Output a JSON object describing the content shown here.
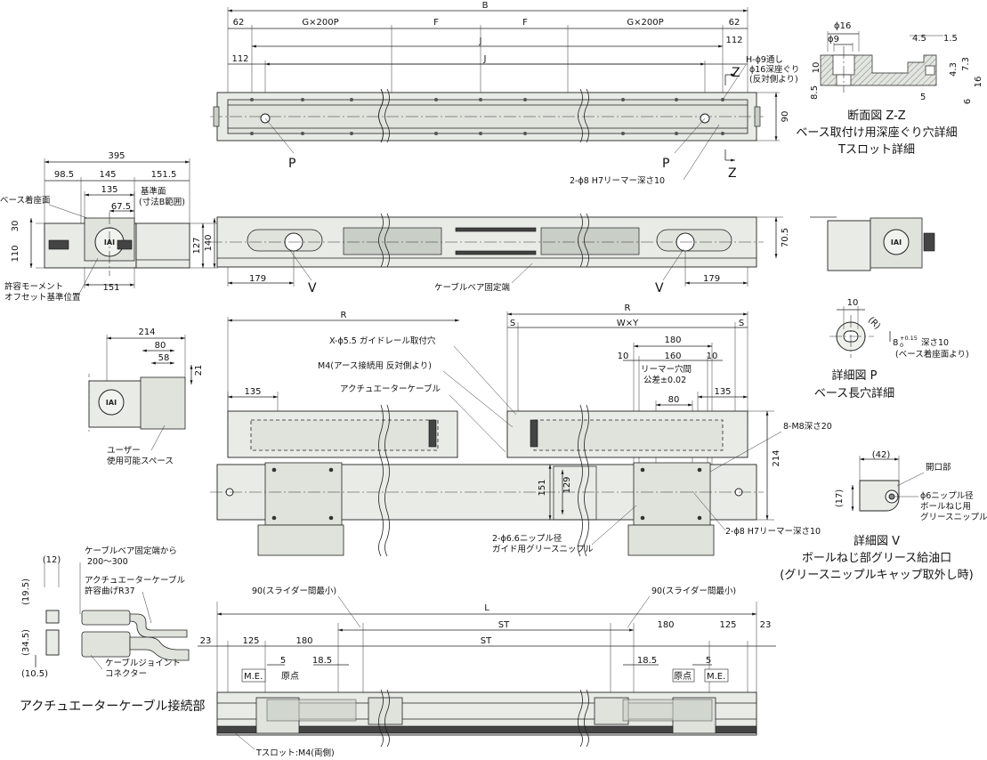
{
  "top_view": {
    "dims": {
      "B": "B",
      "L62": "62",
      "R62": "62",
      "Gl": "G×200P",
      "F1": "F",
      "F2": "F",
      "Gr": "G×200P",
      "J1": "J",
      "J2": "J",
      "L112": "112",
      "R112": "112",
      "d90": "90"
    },
    "hole_note": [
      "H-ϕ9通し",
      "ϕ16深座ぐり",
      "(反対側より)"
    ],
    "P1": "P",
    "P2": "P",
    "Z1": "Z",
    "Z2": "Z",
    "reamer": "2-ϕ8 H7リーマー深さ10"
  },
  "section_zz": {
    "dims": {
      "d16": "ϕ16",
      "d9": "ϕ9",
      "d10": "10",
      "d85": "8.5",
      "d45": "4.5",
      "d15": "1.5",
      "d43": "4.3",
      "d73": "7.3",
      "d5": "5",
      "d6": "6",
      "d16b": "16"
    },
    "caption": [
      "断面図 Z-Z",
      "ベース取付け用深座ぐり穴詳細",
      "Tスロット詳細"
    ]
  },
  "end_view": {
    "dims": {
      "d395": "395",
      "d985": "98.5",
      "d145": "145",
      "d1515": "151.5",
      "d135": "135",
      "d675": "67.5",
      "d30": "30",
      "d110": "110",
      "d127": "127",
      "d140": "140",
      "d151": "151"
    },
    "labels": {
      "base_face": "ベース着座面",
      "ref_face": [
        "基準面",
        "(寸法B範囲)"
      ],
      "moment": [
        "許容モーメント",
        "オフセット基準位置"
      ]
    }
  },
  "side_view": {
    "dims": {
      "d179a": "179",
      "d179b": "179",
      "d705": "70.5"
    },
    "V1": "V",
    "V2": "V",
    "cable_end": "ケーブルベア固定端"
  },
  "end_view2": {
    "dims": {
      "d214": "214",
      "d80": "80",
      "d58": "58",
      "d21": "21"
    },
    "user_space": [
      "ユーザー",
      "使用可能スペース"
    ]
  },
  "plan_view": {
    "dims": {
      "R1": "R",
      "R2": "R",
      "S1": "S",
      "S2": "S",
      "WY": "W×Y",
      "d180": "180",
      "d10a": "10",
      "d160": "160",
      "d10b": "10",
      "d80": "80",
      "d135a": "135",
      "d135b": "135",
      "d214": "214",
      "d151": "151",
      "d129": "129"
    },
    "reamer_tol": [
      "リーマー穴間",
      "公差±0.02"
    ],
    "labels": {
      "rail_holes": "X-ϕ5.5 ガイドレール取付穴",
      "ground": "M4(アース接続用 反対側より)",
      "cable": "アクチュエーターケーブル",
      "m8": "8-M8深さ20",
      "nipple": [
        "2-ϕ6.6ニップル径",
        "ガイド用グリースニップル"
      ],
      "reamer": "2-ϕ8 H7リーマー深さ10"
    }
  },
  "detail_p": {
    "dims": {
      "d10": "10",
      "R": "(R)",
      "d8": "8",
      "tol": "+0.15",
      "tol0": "0",
      "depth": "深さ10",
      "note": "(ベース着座面より)"
    },
    "caption": [
      "詳細図 P",
      "ベース長穴詳細"
    ]
  },
  "detail_v": {
    "dims": {
      "d42": "(42)",
      "d17": "(17)"
    },
    "labels": {
      "opening": "開口部",
      "nipple": [
        "ϕ6ニップル径",
        "ボールねじ用",
        "グリースニップル"
      ]
    },
    "caption": [
      "詳細図 V",
      "ボールねじ部グリース給油口",
      "(グリースニップルキャップ取外し時)"
    ]
  },
  "cable_conn": {
    "dims": {
      "d12": "(12)",
      "d195": "(19.5)",
      "d345": "(34.5)",
      "d105": "(10.5)"
    },
    "labels": {
      "from": [
        "ケーブルベア固定端から",
        "200〜300"
      ],
      "bend": [
        "アクチュエーターケーブル",
        "許容曲げR37"
      ],
      "joint": [
        "ケーブルジョイント",
        "コネクター"
      ]
    },
    "caption": "アクチュエーターケーブル接続部"
  },
  "bottom_view": {
    "dims": {
      "d90a": "90(スライダー間最小)",
      "d90b": "90(スライダー間最小)",
      "L": "L",
      "d23a": "23",
      "d23b": "23",
      "d125a": "125",
      "d125b": "125",
      "d180a": "180",
      "d180b": "180",
      "ST1": "ST",
      "ST2": "ST",
      "d5a": "5",
      "d5b": "5",
      "d185a": "18.5",
      "d185b": "18.5",
      "ME1": "M.E.",
      "ME2": "M.E.",
      "O1": "原点",
      "O2": "原点"
    },
    "tslot": "Tスロット:M4(両側)"
  }
}
